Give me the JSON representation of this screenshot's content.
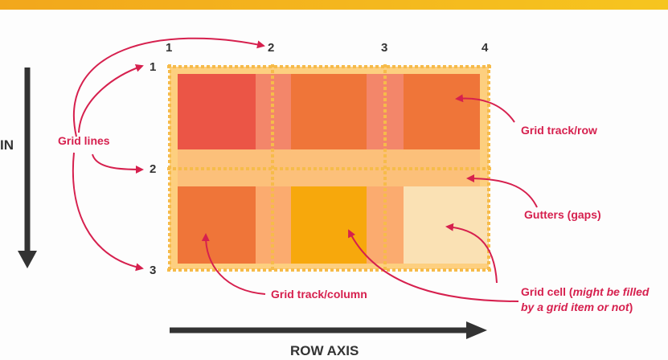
{
  "column_line_numbers": [
    "1",
    "2",
    "3",
    "4"
  ],
  "row_line_numbers": [
    "1",
    "2",
    "3"
  ],
  "labels": {
    "grid_lines": "Grid lines",
    "grid_track_row": "Grid track/row",
    "gutters": "Gutters (gaps)",
    "grid_track_column": "Grid track/column",
    "grid_cell_prefix": "Grid cell (",
    "grid_cell_italic": "might be filled by a grid item or not",
    "grid_cell_suffix": ")"
  },
  "axes": {
    "row_axis": "ROW AXIS",
    "column_axis_fragment": "IN"
  },
  "colors": {
    "grid_background": "#fdcf7f",
    "row_gap_band": "#f3866a",
    "col_gap_band": "#fbab6f",
    "cell_red": "#eb5546",
    "cell_orange": "#ef7539",
    "cell_amber": "#f7a80c",
    "cell_light": "#fae1b4",
    "grid_line": "#f6bb4a",
    "label": "#d6204e",
    "arrow_dark": "#333333"
  }
}
